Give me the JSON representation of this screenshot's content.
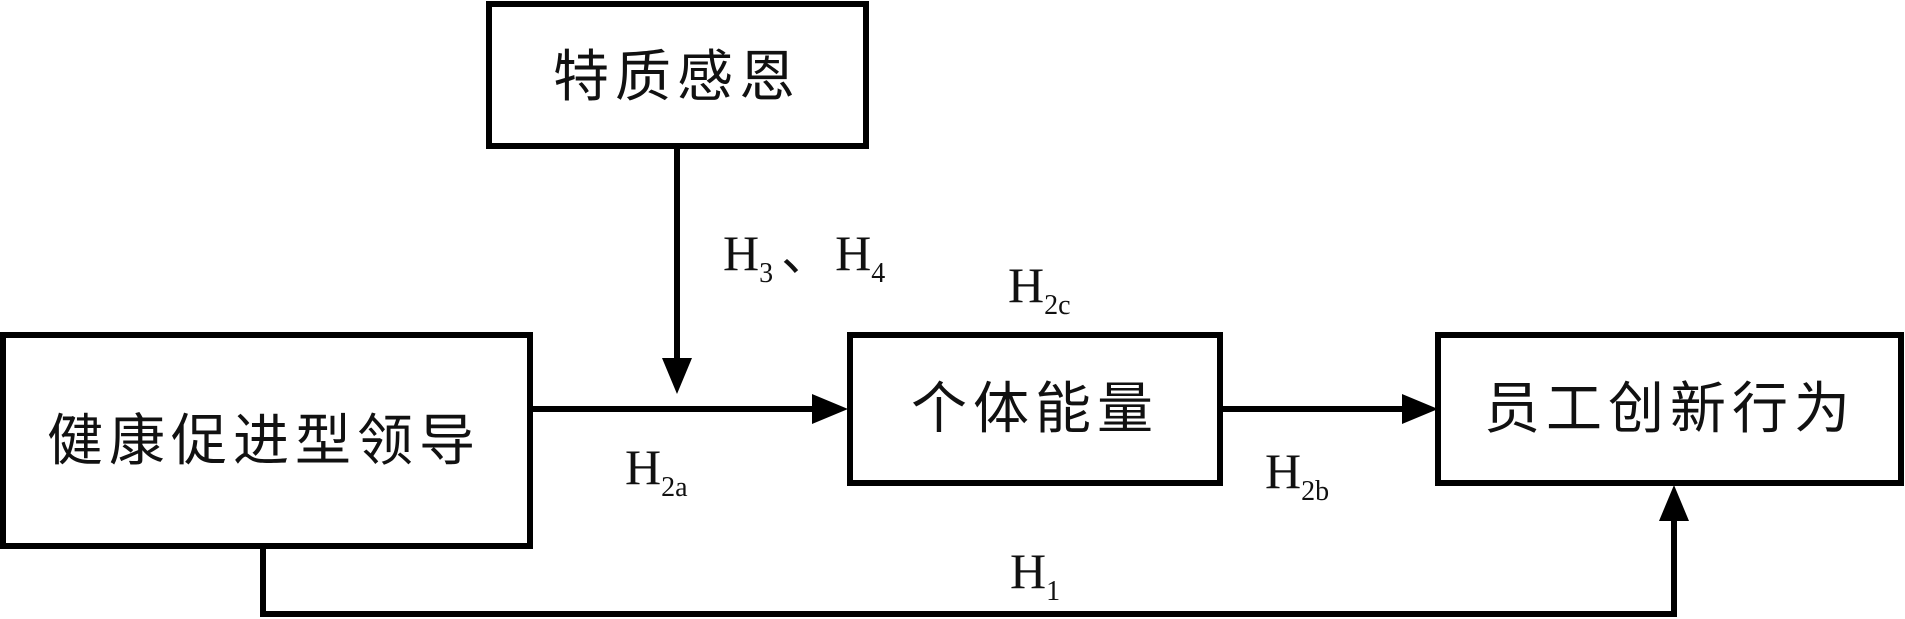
{
  "diagram": {
    "type": "research-model",
    "nodes": [
      {
        "id": "moderator",
        "label": "特质感恩"
      },
      {
        "id": "independent",
        "label": "健康促进型领导"
      },
      {
        "id": "mediator",
        "label": "个体能量"
      },
      {
        "id": "dependent",
        "label": "员工创新行为"
      }
    ],
    "edges": [
      {
        "from": "independent",
        "to": "mediator",
        "label": {
          "base": "H",
          "sub": "2a"
        }
      },
      {
        "from": "mediator",
        "to": "dependent",
        "label": {
          "base": "H",
          "sub": "2b"
        }
      },
      {
        "from": "independent",
        "to": "dependent",
        "label": {
          "base": "H",
          "sub": "1"
        },
        "route": "below"
      },
      {
        "from": "moderator",
        "to": "edge:independent-mediator",
        "label": {
          "base1": "H",
          "sub1": "3",
          "sep": "、",
          "base2": "H",
          "sub2": "4"
        }
      }
    ],
    "mediation_label": {
      "base": "H",
      "sub": "2c"
    },
    "colors": {
      "stroke": "#000000",
      "text": "#111111",
      "background": "#ffffff"
    }
  }
}
